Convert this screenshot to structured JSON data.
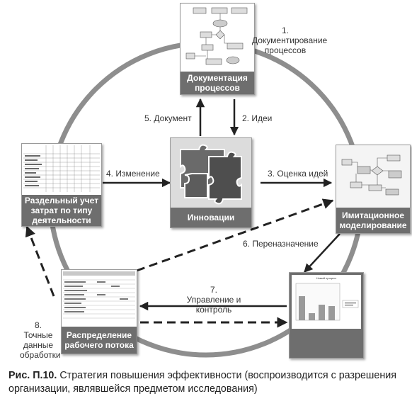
{
  "nodes": {
    "documentation": "Документация процессов",
    "innovation": "Инновации",
    "simulation": "Имитационное моделирование",
    "workflow": "Распределение рабочего потока",
    "costing": "Раздельный учет затрат по типу деятельности",
    "control_chart_title": "Новый процесс"
  },
  "edges": {
    "e1": "1. Документирование процессов",
    "e2": "2. Идеи",
    "e3": "3. Оценка идей",
    "e4": "4. Изменение",
    "e5": "5. Документ",
    "e6": "6. Переназначение",
    "e7": "7. Управление и контроль",
    "e8": "8. Точные данные обработки"
  },
  "caption": {
    "label": "Рис. П.10.",
    "text": "Стратегия повышения эффективности (воспроизводится с разрешения организации, являвшейся предметом исследования)"
  }
}
